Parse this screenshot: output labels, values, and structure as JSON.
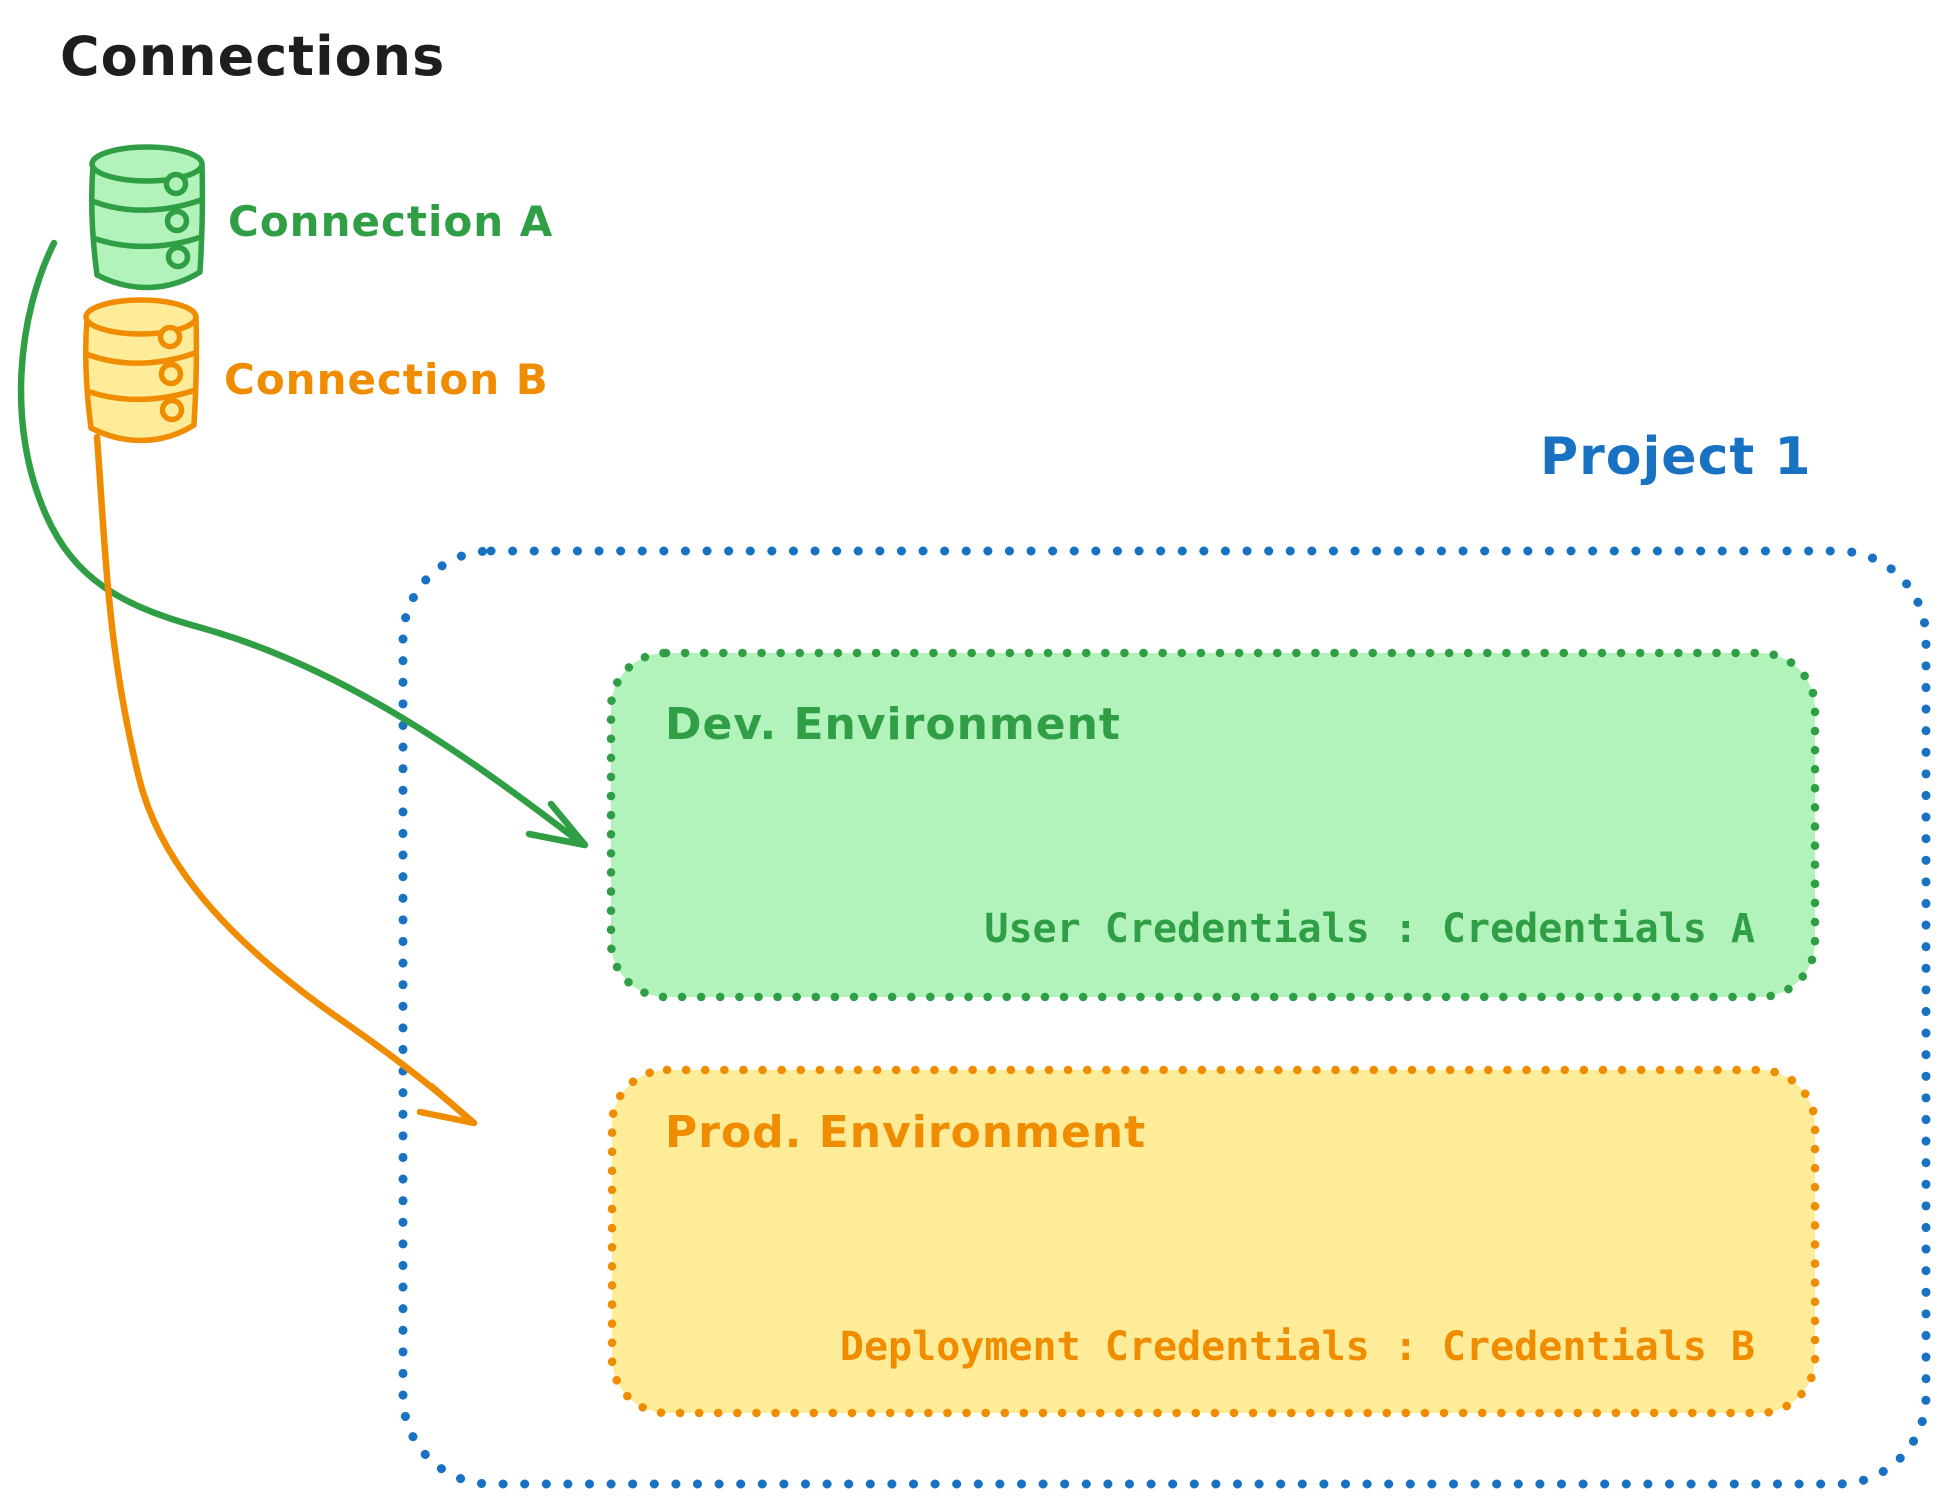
{
  "title": "Connections",
  "connections": [
    {
      "label": "Connection A",
      "color": "#2f9e44",
      "fill": "#b2f2bb",
      "icon": "database-icon"
    },
    {
      "label": "Connection B",
      "color": "#f08c00",
      "fill": "#ffec99",
      "icon": "database-icon"
    }
  ],
  "project": {
    "label": "Project 1",
    "border_color": "#1971c2",
    "environments": [
      {
        "title": "Dev. Environment",
        "credentials": "User Credentials : Credentials A",
        "color": "#2f9e44",
        "fill": "#b2f2bb"
      },
      {
        "title": "Prod. Environment",
        "credentials": "Deployment Credentials : Credentials B",
        "color": "#f08c00",
        "fill": "#ffec99"
      }
    ]
  },
  "colors": {
    "green": "#2f9e44",
    "green_fill": "#b2f2bb",
    "orange": "#f08c00",
    "orange_fill": "#ffec99",
    "blue": "#1971c2",
    "text_black": "#1e1e1e",
    "background": "#ffffff"
  }
}
